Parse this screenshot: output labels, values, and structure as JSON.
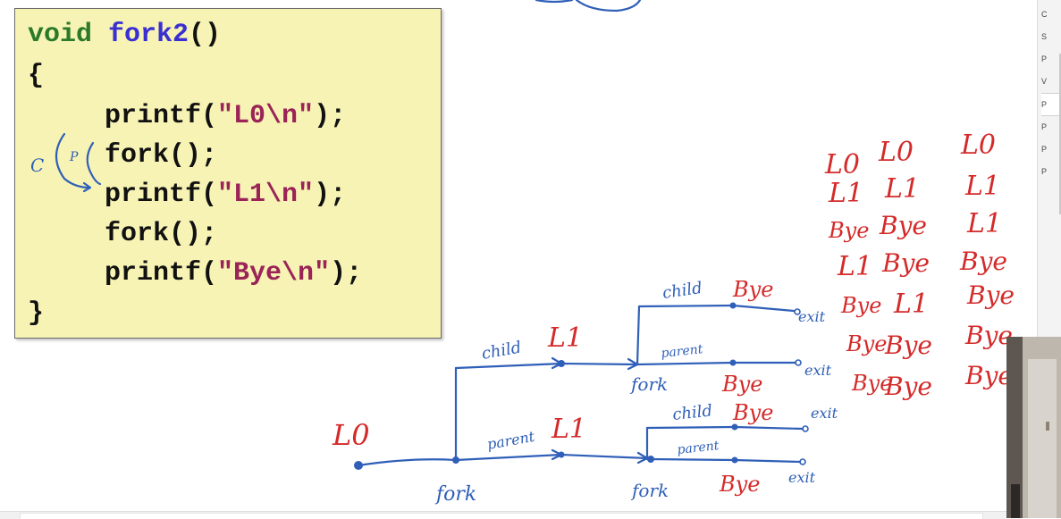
{
  "code": {
    "line1_keyword": "void",
    "line1_name": "fork2",
    "line1_parens": "()",
    "open_brace": "{",
    "printf_fn": "printf",
    "fork_fn": "fork",
    "call_end": "();",
    "arg_open": "(",
    "arg_close": ");",
    "str_l0": "\"L0\\n\"",
    "str_l1": "\"L1\\n\"",
    "str_bye": "\"Bye\\n\"",
    "close_brace": "}"
  },
  "annotations": {
    "code_margin_c": "C",
    "code_margin_p": "P",
    "root_label": "L0",
    "fork1_label": "fork",
    "child1_label": "child",
    "child1_print": "L1",
    "parent1_label": "parent",
    "parent1_print": "L1",
    "fork2_label": "fork",
    "fork3_label": "fork",
    "child2_label": "child",
    "child2_print": "Bye",
    "parent2_label": "parent",
    "parent2_print": "Bye",
    "child3_label": "child",
    "child3_print": "Bye",
    "parent3_label": "parent",
    "parent3_print": "Bye",
    "exit_label": "exit"
  },
  "outputs": {
    "col1": [
      "L0",
      "L1",
      "Bye",
      "L1",
      "Bye",
      "Bye",
      "Bye"
    ],
    "col2": [
      "L0",
      "L1",
      "Bye",
      "Bye",
      "L1",
      "Bye",
      "Bye"
    ],
    "col3": [
      "L0",
      "L1",
      "L1",
      "Bye",
      "Bye",
      "Bye",
      "Bye"
    ]
  },
  "right_panel": {
    "items": [
      "C",
      "S",
      "P",
      "V",
      "P",
      "P",
      "P",
      "P"
    ],
    "active_index": 4
  },
  "colors": {
    "code_bg": "#f7f3b4",
    "keyword": "#2a7a2a",
    "function": "#3a2fd0",
    "string": "#9a2457",
    "ink_blue": "#2f5fb8",
    "ink_red": "#d42a2a"
  }
}
